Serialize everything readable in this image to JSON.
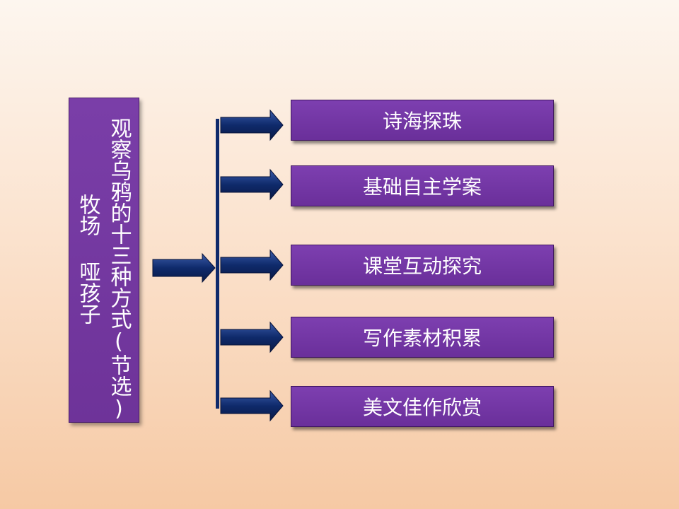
{
  "title": {
    "main": "观察乌鸦的十三种方式(节选)",
    "author": "牧场 哑孩子"
  },
  "menu": [
    {
      "label": "诗海探珠"
    },
    {
      "label": "基础自主学案"
    },
    {
      "label": "课堂互动探究"
    },
    {
      "label": "写作素材积累"
    },
    {
      "label": "美文佳作欣赏"
    }
  ],
  "colors": {
    "box_purple": "#7030a0",
    "arrow_navy": "#0f2a6b",
    "text": "#ffffff"
  }
}
